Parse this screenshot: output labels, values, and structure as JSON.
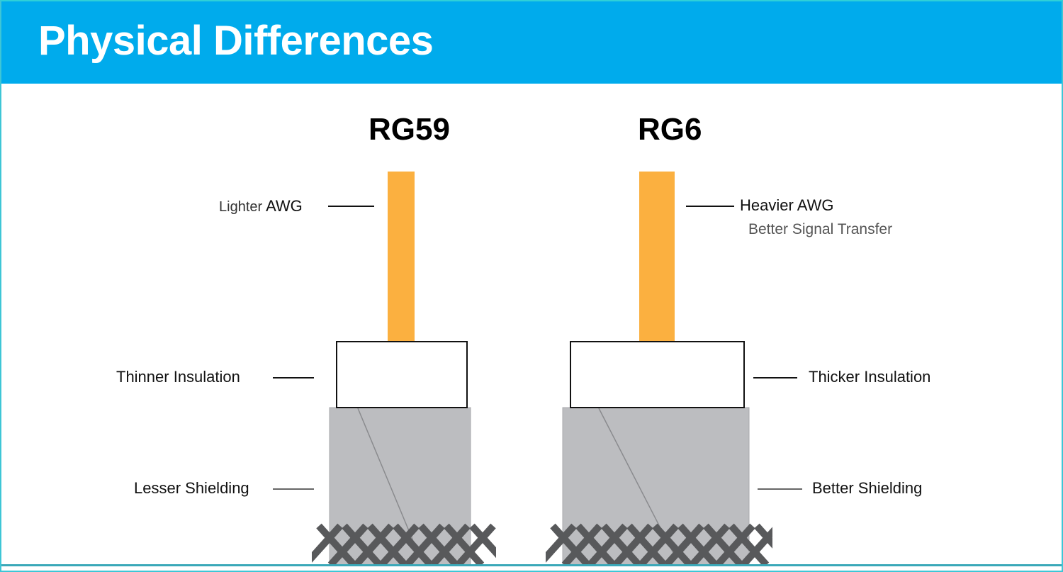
{
  "header": {
    "title": "Physical Differences"
  },
  "colors": {
    "header_bg": "#00abec",
    "conductor": "#fbb040",
    "shield": "#bcbdc0",
    "braid": "#58595b"
  },
  "cables": [
    {
      "name": "RG59",
      "labels": {
        "awg_prefix": "Lighter",
        "awg": "AWG",
        "insulation": "Thinner Insulation",
        "shielding": "Lesser Shielding"
      }
    },
    {
      "name": "RG6",
      "labels": {
        "awg": "Heavier AWG",
        "awg_note": "Better Signal Transfer",
        "insulation": "Thicker Insulation",
        "shielding": "Better Shielding"
      }
    }
  ]
}
